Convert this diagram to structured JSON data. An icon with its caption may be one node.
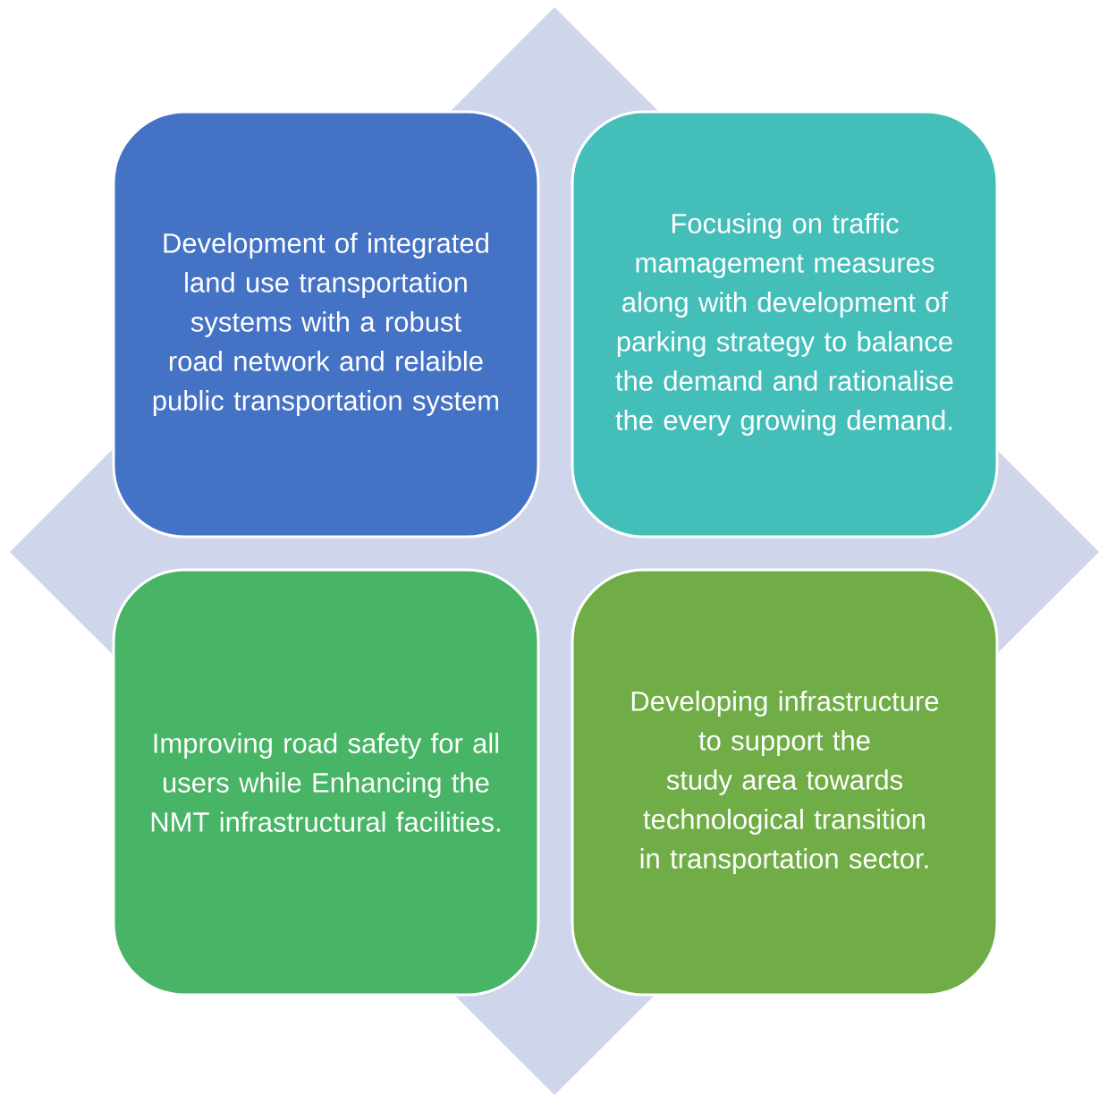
{
  "diagram": {
    "nodes": [
      {
        "text": [
          "Development of integrated land use transportation systems with a robust road network and relaible public transportation system"
        ]
      },
      {
        "text": [
          "Focusing on traffic mamagement measures along with development of parking strategy to balance the demand and rationalise the every growing demand."
        ]
      },
      {
        "text": [
          "Improving road safety for all users while Enhancing the NMT infrastructural facilities."
        ]
      },
      {
        "text": [
          "Developing infrastructure to support the study area towards technological transition in transportation sector."
        ]
      }
    ]
  }
}
